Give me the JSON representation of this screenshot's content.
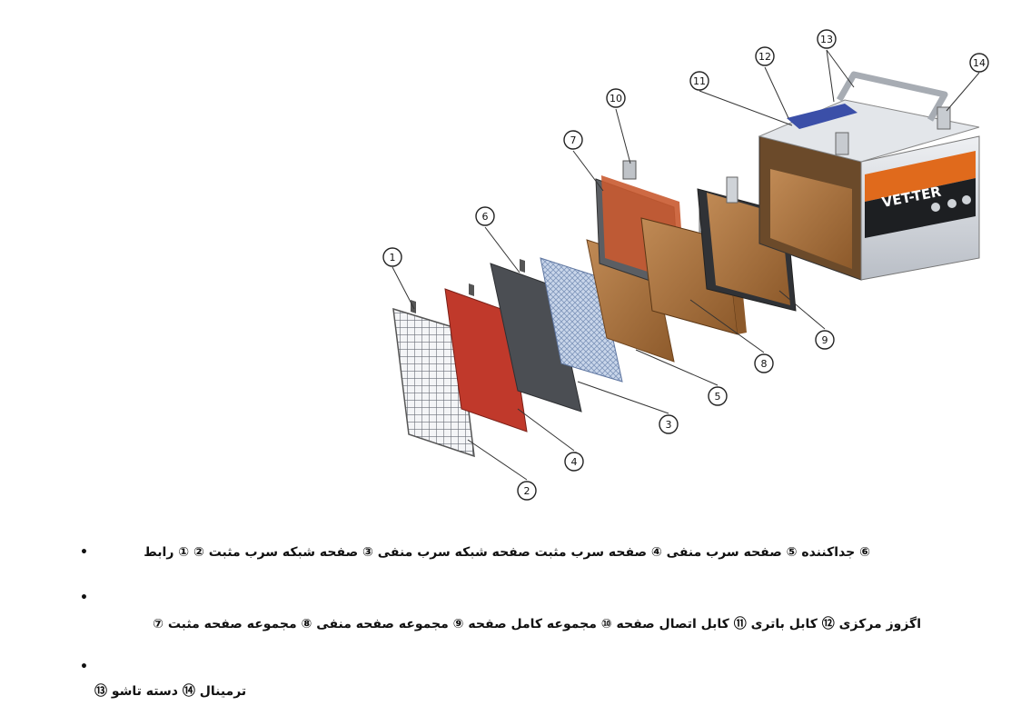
{
  "diagram": {
    "brand_label": "VET-TER",
    "callouts": [
      "1",
      "2",
      "3",
      "4",
      "5",
      "6",
      "7",
      "8",
      "9",
      "10",
      "11",
      "12",
      "13",
      "14"
    ]
  },
  "legend": {
    "lines": [
      "⑥ جداکننده ⑤ صفحه سرب منفی  ④ صفحه سرب مثبت  صفحه شبکه سرب منفی  ③ صفحه شبکه سرب مثبت  ② ① رابط",
      "اگزوز مرکزی  ⑫ کابل باتری  ⑪ کابل اتصال صفحه  ⑩ مجموعه کامل صفحه  ⑨ مجموعه صفحه منفی  ⑧ مجموعه صفحه مثبت  ⑦",
      "ترمینال ⑭ دسته تاشو  ⑬"
    ],
    "bullet_glyph": "•"
  },
  "colors": {
    "grid": "#6a6f78",
    "red_plate": "#c0392b",
    "dark_plate": "#4b4e53",
    "blue_mesh": "#8fa7c9",
    "brown_plate": "#b07a45",
    "case": "#d9dde2",
    "band": "#e06a1c"
  }
}
